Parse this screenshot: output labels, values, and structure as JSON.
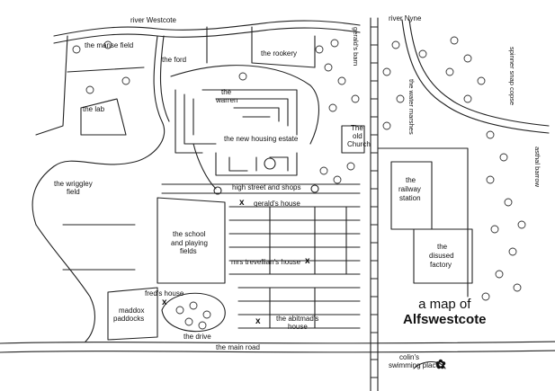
{
  "map": {
    "title_line1": "a map of",
    "title_line2": "Alfswestcote",
    "rivers": {
      "westcote": "river Westcote",
      "nyne": "river Nyne"
    },
    "labels": {
      "manse_field": "the manse field",
      "ford": "the ford",
      "rookery": "the rookery",
      "geralds_barn": "gerald's barn",
      "spinner_snap_copse": "spinner snap copse",
      "lab": "the lab",
      "warren_1": "the",
      "warren_2": "warren",
      "water_marshes": "the water marshes",
      "old_church_1": "The",
      "old_church_2": "old",
      "old_church_3": "Church",
      "new_housing_estate": "the new housing estate",
      "wriggley_field_1": "the wriggley",
      "wriggley_field_2": "field",
      "high_street": "high street and shops",
      "geralds_house": "gerald's house",
      "railway_station_1": "the",
      "railway_station_2": "railway",
      "railway_station_3": "station",
      "asthal_barrow": "asthal barrow",
      "school_1": "the school",
      "school_2": "and playing",
      "school_3": "fields",
      "disused_factory_1": "the",
      "disused_factory_2": "disused",
      "disused_factory_3": "factory",
      "mrs_trevellian": "mrs trevellian's house",
      "freds_house": "fred's house",
      "maddox_1": "maddox",
      "maddox_2": "paddocks",
      "abitmads_1": "the abitmad's",
      "abitmads_2": "house",
      "drive": "the drive",
      "main_road": "the main road",
      "colins_1": "colin's",
      "colins_2": "swimming place"
    },
    "markers": {
      "x": "x"
    }
  }
}
